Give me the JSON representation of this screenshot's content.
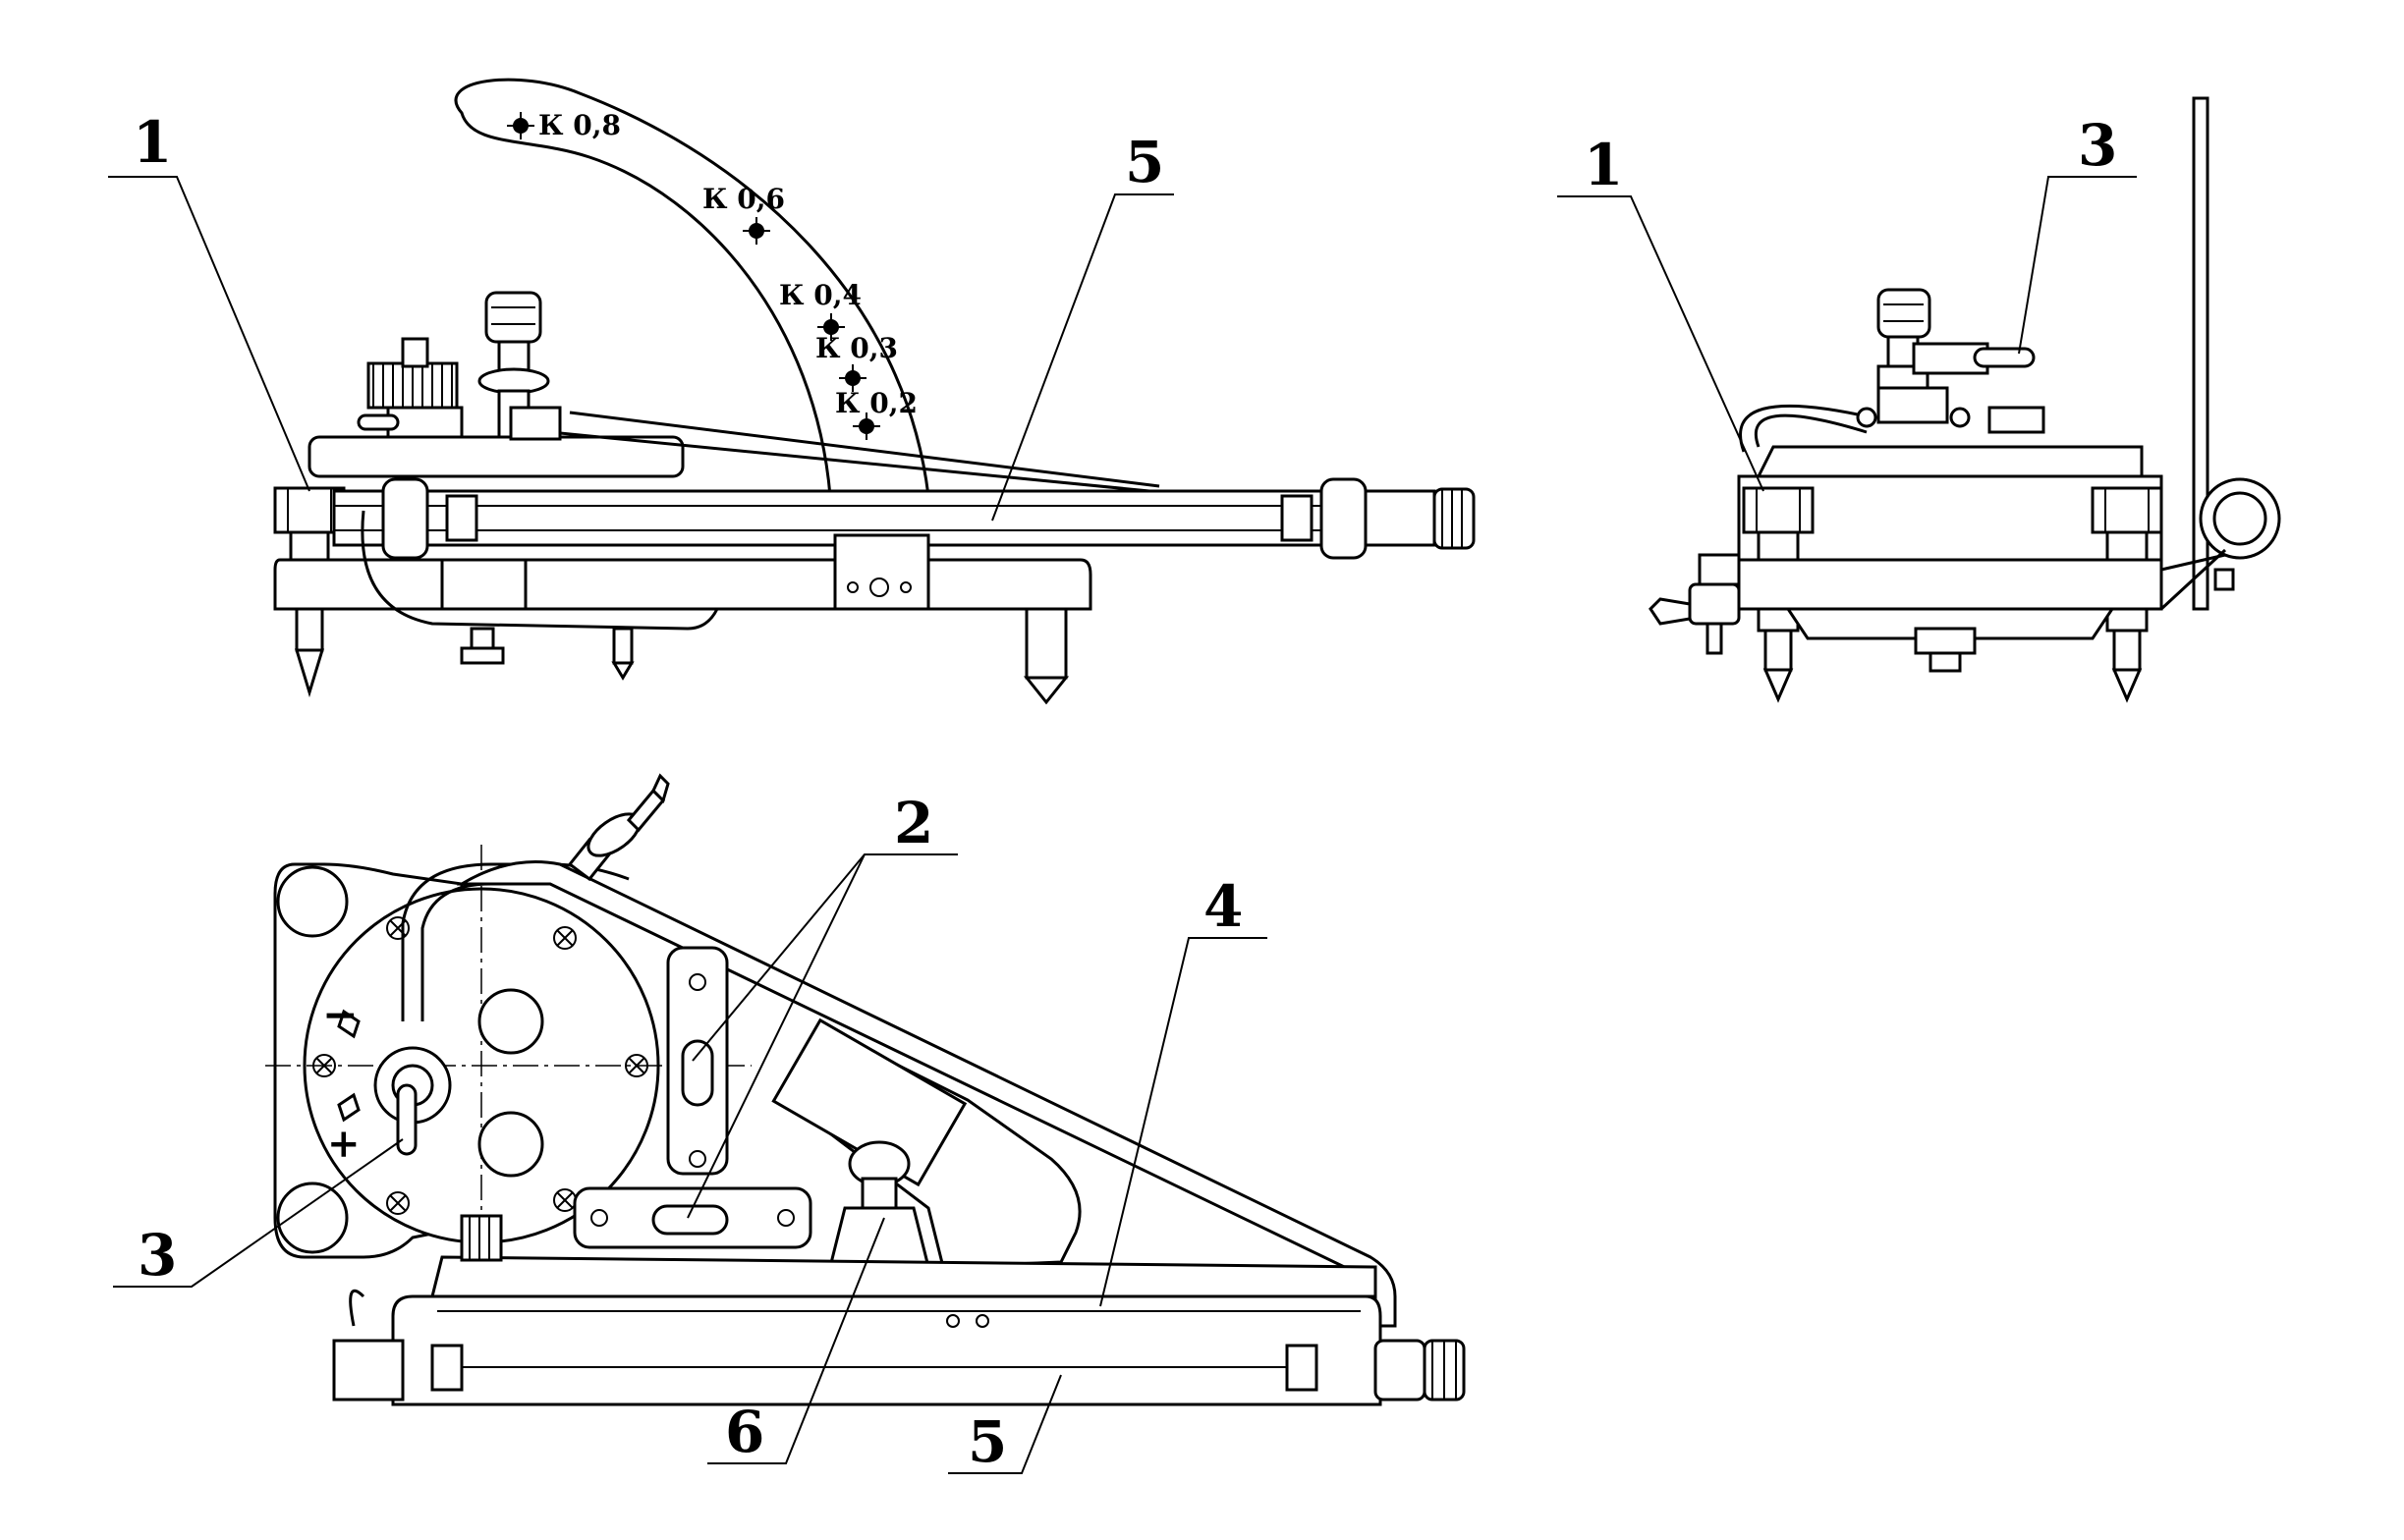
{
  "callouts": {
    "top_left_1": "1",
    "top_left_5": "5",
    "top_right_1": "1",
    "top_right_3": "3",
    "bottom_2": "2",
    "bottom_3": "3",
    "bottom_4": "4",
    "bottom_5": "5",
    "bottom_6": "6"
  },
  "scale_marks": [
    "К 0,8",
    "К 0,6",
    "К 0,4",
    "К 0,3",
    "К 0,2"
  ],
  "dial_signs": {
    "minus": "−",
    "plus": "+"
  }
}
